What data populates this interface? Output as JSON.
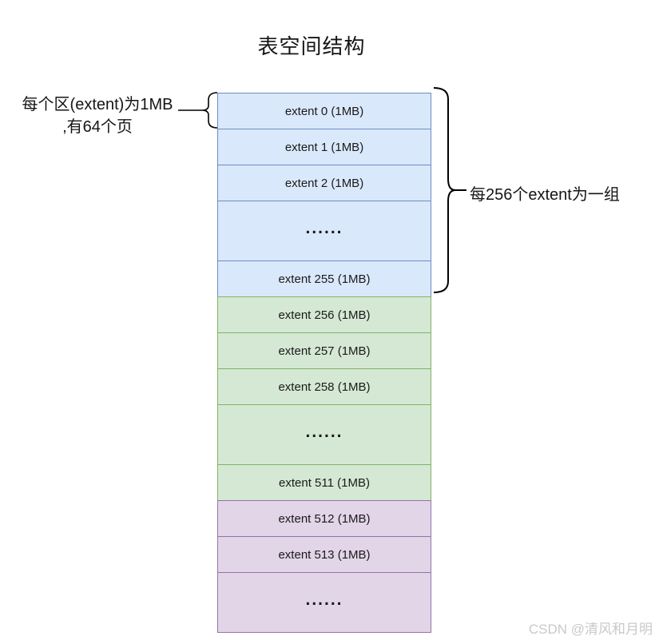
{
  "title": "表空间结构",
  "annotations": {
    "left": {
      "line1": "每个区(extent)为1MB",
      "line2": ",有64个页"
    },
    "right": "每256个extent为一组"
  },
  "rows": [
    {
      "label": "extent 0 (1MB)",
      "group": "blue"
    },
    {
      "label": "extent 1 (1MB)",
      "group": "blue"
    },
    {
      "label": "extent 2 (1MB)",
      "group": "blue"
    },
    {
      "label": "......",
      "group": "blue"
    },
    {
      "label": "extent 255 (1MB)",
      "group": "blue"
    },
    {
      "label": "extent 256 (1MB)",
      "group": "green"
    },
    {
      "label": "extent 257 (1MB)",
      "group": "green"
    },
    {
      "label": "extent 258 (1MB)",
      "group": "green"
    },
    {
      "label": "......",
      "group": "green"
    },
    {
      "label": "extent 511 (1MB)",
      "group": "green"
    },
    {
      "label": "extent 512 (1MB)",
      "group": "purple"
    },
    {
      "label": "extent 513 (1MB)",
      "group": "purple"
    },
    {
      "label": "......",
      "group": "purple"
    }
  ],
  "colors": {
    "blue_fill": "#dae8fc",
    "blue_stroke": "#6c8ebf",
    "green_fill": "#d5e8d4",
    "green_stroke": "#82b366",
    "purple_fill": "#e1d5e7",
    "purple_stroke": "#9673a6",
    "brace_stroke": "#000000",
    "watermark_color": "#c9c9c9"
  },
  "watermark": "CSDN @清风和月明"
}
